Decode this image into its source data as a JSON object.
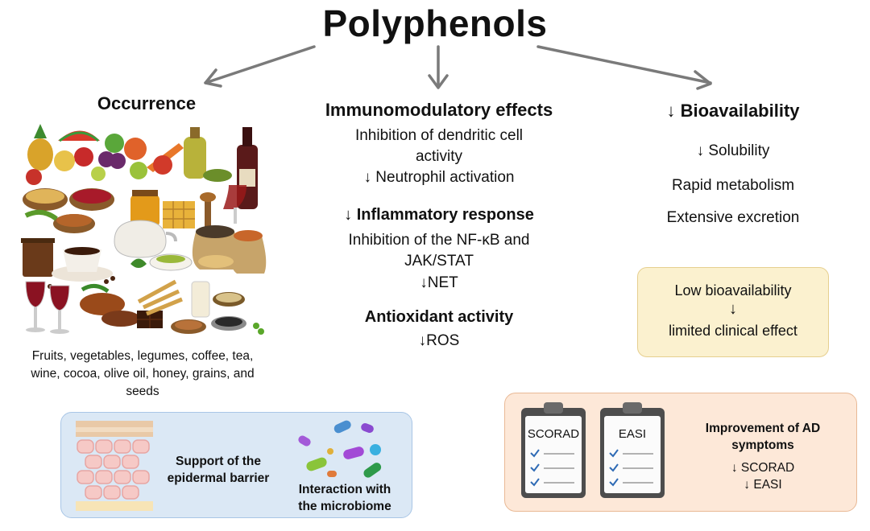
{
  "title": "Polyphenols",
  "occurrence": {
    "heading": "Occurrence",
    "caption": "Fruits, vegetables, legumes, coffee, tea, wine, cocoa, olive oil, honey, grains, and seeds"
  },
  "immuno": {
    "heading": "Immunomodulatory effects",
    "line1": "Inhibition of dendritic cell",
    "line2": "activity",
    "line3": "↓ Neutrophil activation",
    "inflammatory_heading": "↓ Inflammatory response",
    "inf_line1": "Inhibition of the NF-κB and",
    "inf_line2": "JAK/STAT",
    "inf_line3": "↓NET",
    "antioxidant_heading": "Antioxidant activity",
    "anti_line1": "↓ROS"
  },
  "bioavailability": {
    "heading": "↓ Bioavailability",
    "line1": "↓ Solubility",
    "line2": "Rapid metabolism",
    "line3": "Extensive excretion",
    "box_line1": "Low bioavailability",
    "box_arrow": "↓",
    "box_line2": "limited clinical effect"
  },
  "skin_box": {
    "barrier_line1": "Support of the",
    "barrier_line2": "epidermal barrier",
    "micro_line1": "Interaction with",
    "micro_line2": "the microbiome"
  },
  "ad_box": {
    "clip1_label": "SCORAD",
    "clip2_label": "EASI",
    "heading_line1": "Improvement of AD",
    "heading_line2": "symptoms",
    "line1": "↓ SCORAD",
    "line2": "↓ EASI"
  },
  "colors": {
    "blue_box": "#dbe8f5",
    "yellow_box": "#fbf1cf",
    "peach_box": "#fde8d8",
    "arrow": "#7a7a7a"
  },
  "icons": [
    "down-arrow-icon",
    "food-collage",
    "skin-layers-icon",
    "microbes-icon",
    "clipboard-icon",
    "checkmark-icon"
  ]
}
